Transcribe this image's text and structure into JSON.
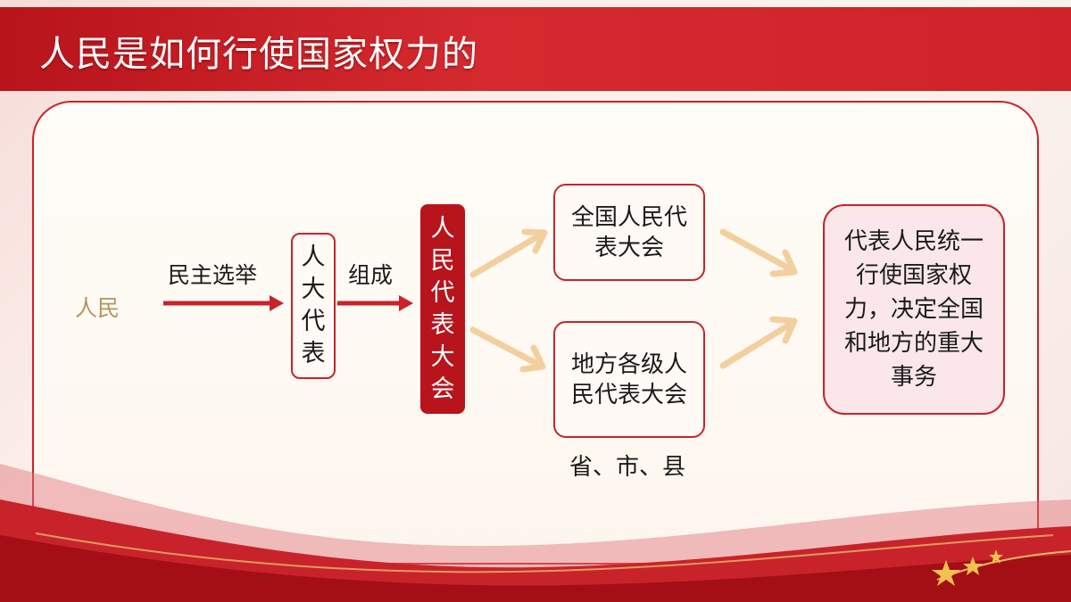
{
  "header": {
    "title": "人民是如何行使国家权力的"
  },
  "diagram": {
    "source": "人民",
    "edge_election": "民主选举",
    "deputies": "人大代表",
    "edge_form": "组成",
    "congress": "人民代表大会",
    "npc": "全国人民代表大会",
    "local_congress": "地方各级人民代表大会",
    "local_levels": "省、市、县",
    "result": "代表人民统一行使国家权力，决定全国和地方的重大事务"
  },
  "colors": {
    "primary_red": "#c8232a",
    "dark_red": "#b8141c",
    "arrow_tan": "#f3cfa0",
    "result_fill": "#fbe7ea"
  }
}
